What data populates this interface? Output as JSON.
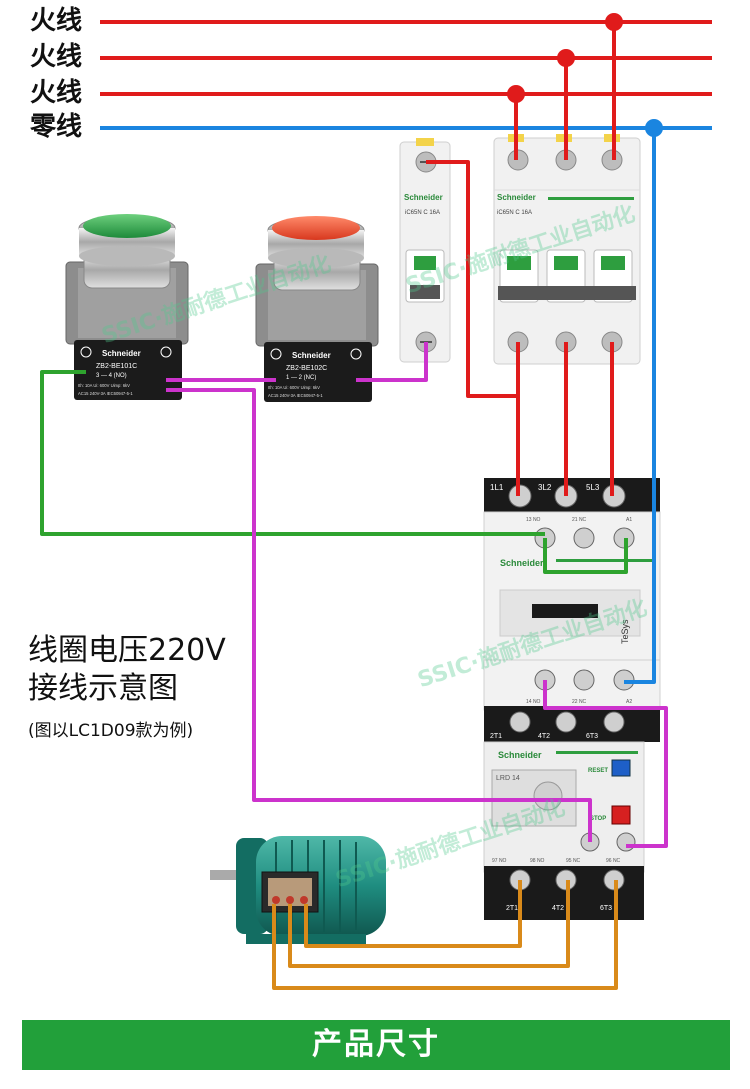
{
  "power_lines": {
    "live_1": "火线",
    "live_2": "火线",
    "live_3": "火线",
    "neutral": "零线"
  },
  "colors": {
    "live": "#e01b1b",
    "neutral": "#1a85e0",
    "green_wire": "#2ea32e",
    "magenta_wire": "#cc33cc",
    "motor_wire": "#d98a1a",
    "banner": "#22a03a"
  },
  "button_green": {
    "brand": "Schneider",
    "model": "ZB2-BE101C",
    "contact": "3 — 4 (NO)",
    "spec": "Ith: 10A  Ui: 600V  Uimp: 6kV",
    "rating": "AC15 240V-3A IEC60947-5-1"
  },
  "button_red": {
    "brand": "Schneider",
    "model": "ZB2-BE102C",
    "contact": "1 — 2 (NC)",
    "spec": "Ith: 10A  Ui: 600V  Uimp: 6kV",
    "rating": "AC15 240V-3A IEC60947-5-1"
  },
  "breaker_single": {
    "brand": "Schneider",
    "model": "iC65N  C 16A"
  },
  "breaker_triple": {
    "brand": "Schneider",
    "model": "iC65N  C 16A"
  },
  "contactor": {
    "brand": "Schneider",
    "series": "TeSys",
    "top_terminals": [
      "1L1",
      "3L2",
      "5L3"
    ],
    "aux_terminals": [
      "13 NO",
      "21 NC",
      "A1"
    ],
    "bottom_terminals": [
      "14 NO",
      "22 NC",
      "A2"
    ],
    "load_terminals": [
      "2T1",
      "4T2",
      "6T3"
    ]
  },
  "overload_relay": {
    "brand": "Schneider",
    "model": "LRD 14",
    "reset_label": "RESET",
    "stop_label": "STOP",
    "terminals": [
      "97 NO",
      "98 NO",
      "95 NC",
      "96 NC"
    ],
    "load_terminals": [
      "2T1",
      "4T2",
      "6T3"
    ]
  },
  "note": {
    "title_line1": "线圈电压220V",
    "title_line2": "接线示意图",
    "subtitle": "(图以LC1D09款为例)"
  },
  "watermark": "SSIC·施耐德工业自动化",
  "banner": {
    "title": "产品尺寸"
  }
}
